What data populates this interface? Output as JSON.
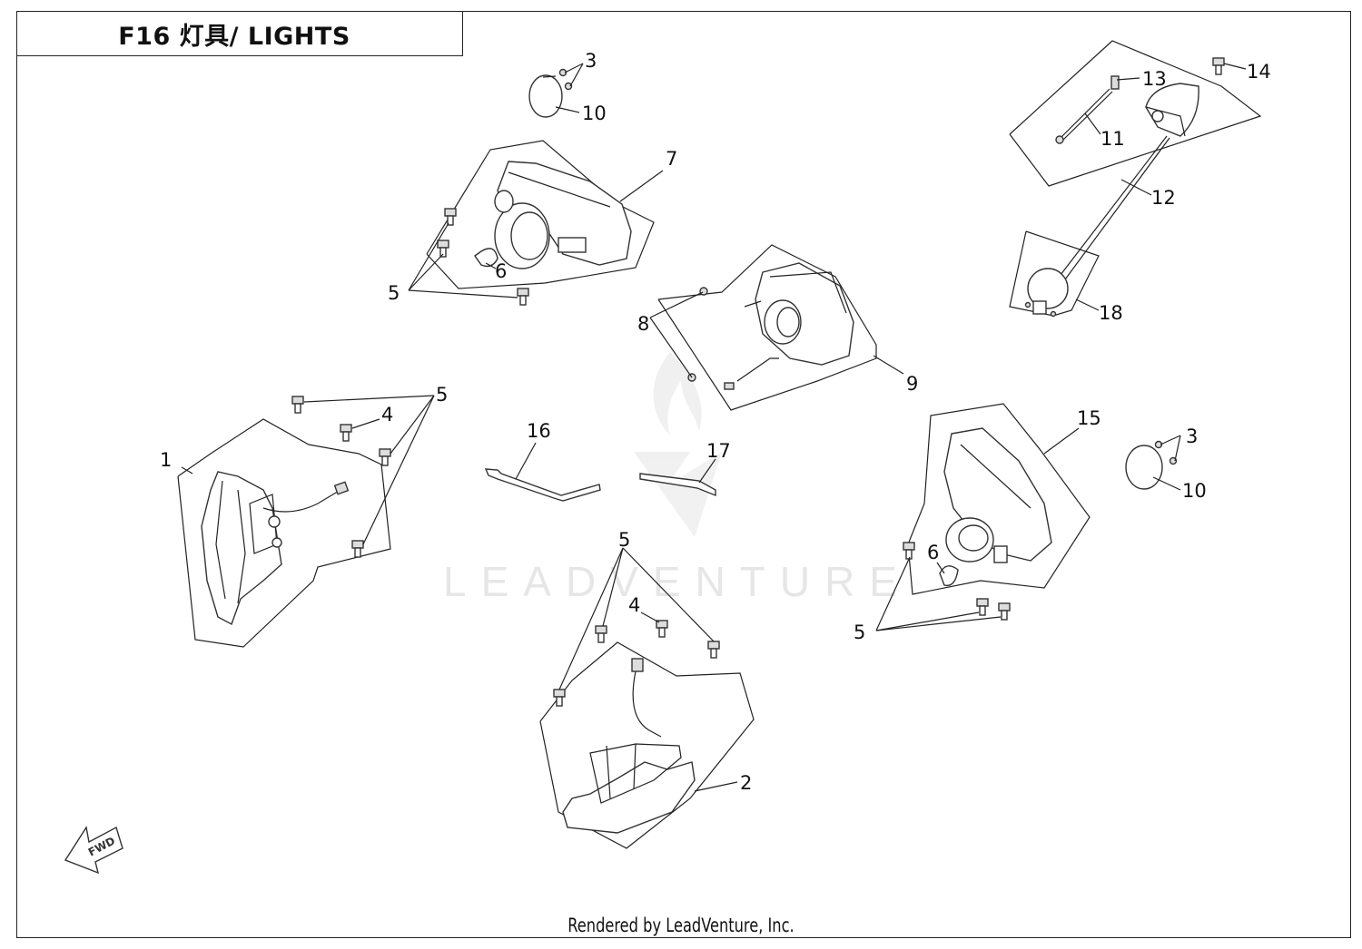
{
  "title": "F16 灯具/ LIGHTS",
  "footer": "Rendered by LeadVenture, Inc.",
  "watermark": "LEADVENTURE",
  "fwd_label": "FWD",
  "callouts": {
    "c1": "1",
    "c2": "2",
    "c3a": "3",
    "c3b": "3",
    "c4a": "4",
    "c4b": "4",
    "c5a": "5",
    "c5b": "5",
    "c5c": "5",
    "c5d": "5",
    "c6a": "6",
    "c6b": "6",
    "c7": "7",
    "c8": "8",
    "c9": "9",
    "c10a": "10",
    "c10b": "10",
    "c11": "11",
    "c12": "12",
    "c13": "13",
    "c14": "14",
    "c15": "15",
    "c16": "16",
    "c17": "17",
    "c18": "18"
  }
}
